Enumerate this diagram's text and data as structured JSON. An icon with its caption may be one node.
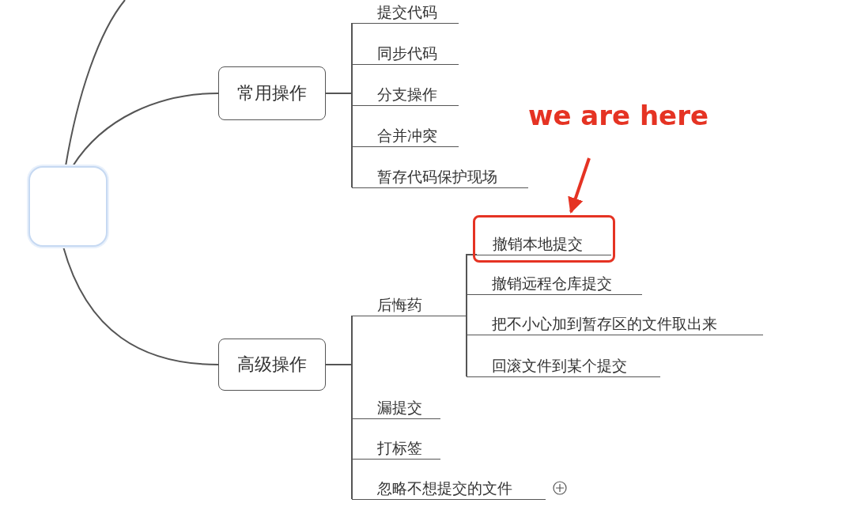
{
  "diagram": {
    "nodes": [
      {
        "text": [],
        "shape": "box"
      },
      {
        "text": [
          "常用操作"
        ]
      },
      {
        "text": [
          "提交代码"
        ]
      },
      {
        "text": [
          "同步代码"
        ]
      },
      {
        "text": [
          "分支操作"
        ]
      },
      {
        "text": [
          "合并冲突"
        ]
      },
      {
        "text": [
          "暂存代码保护现场"
        ]
      },
      {
        "text": [
          "高级操作"
        ]
      },
      {
        "text": [
          "后悔药"
        ]
      },
      {
        "text": [],
        "shape": "box"
      },
      {
        "text": [
          "撤销本地提交"
        ],
        "in": 9
      },
      {
        "text": [
          "撤销远程仓库提交"
        ]
      },
      {
        "text": [
          "把不小心加到暂存区的文件取出来"
        ]
      },
      {
        "text": [
          "回滚文件到某个提交"
        ]
      },
      {
        "text": [
          "漏提交"
        ]
      },
      {
        "text": [
          "打标签"
        ]
      },
      {
        "text": [
          "忽略不想提交的文件"
        ]
      },
      {
        "text": [
          "we are here"
        ]
      }
    ],
    "edges": [
      {
        "from": 0,
        "to": null,
        "arrow": "none"
      },
      {
        "from": 0,
        "to": 1,
        "arrow": "none"
      },
      {
        "from": 0,
        "to": 7,
        "arrow": "none"
      },
      {
        "from": 1,
        "to": 2,
        "arrow": "none"
      },
      {
        "from": 1,
        "to": 3,
        "arrow": "none"
      },
      {
        "from": 1,
        "to": 4,
        "arrow": "none"
      },
      {
        "from": 1,
        "to": 5,
        "arrow": "none"
      },
      {
        "from": 1,
        "to": 6,
        "arrow": "none"
      },
      {
        "from": 7,
        "to": 8,
        "arrow": "none"
      },
      {
        "from": 7,
        "to": 14,
        "arrow": "none"
      },
      {
        "from": 7,
        "to": 15,
        "arrow": "none"
      },
      {
        "from": 7,
        "to": 16,
        "arrow": "none"
      },
      {
        "from": 8,
        "to": 10,
        "arrow": "none"
      },
      {
        "from": 8,
        "to": 11,
        "arrow": "none"
      },
      {
        "from": 8,
        "to": 12,
        "arrow": "none"
      },
      {
        "from": 8,
        "to": 13,
        "arrow": "none"
      },
      {
        "from": 17,
        "to": 9,
        "arrow": "to",
        "style": "thick",
        "color": "#e53323"
      }
    ]
  }
}
